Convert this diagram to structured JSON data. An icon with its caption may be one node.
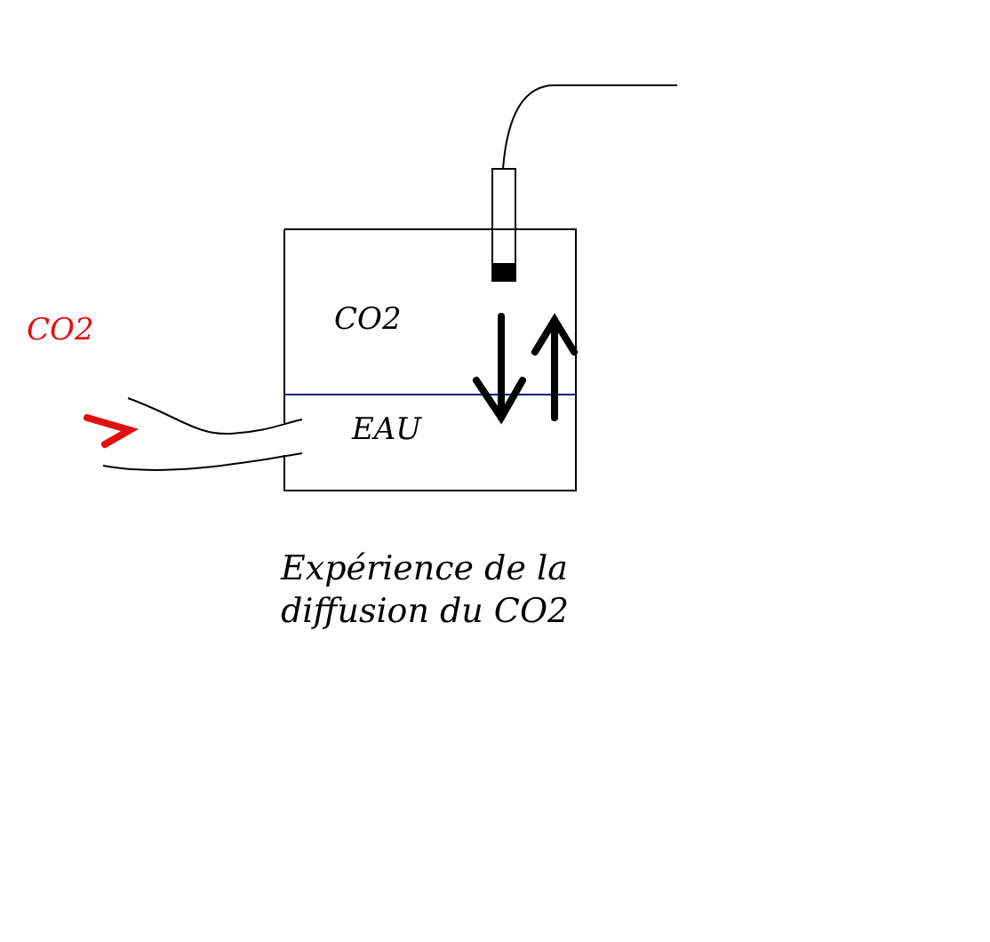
{
  "diagram": {
    "caption": "Expérience de la diffusion du CO2",
    "labels": [
      "CO2",
      "CO2",
      "EAU"
    ]
  }
}
